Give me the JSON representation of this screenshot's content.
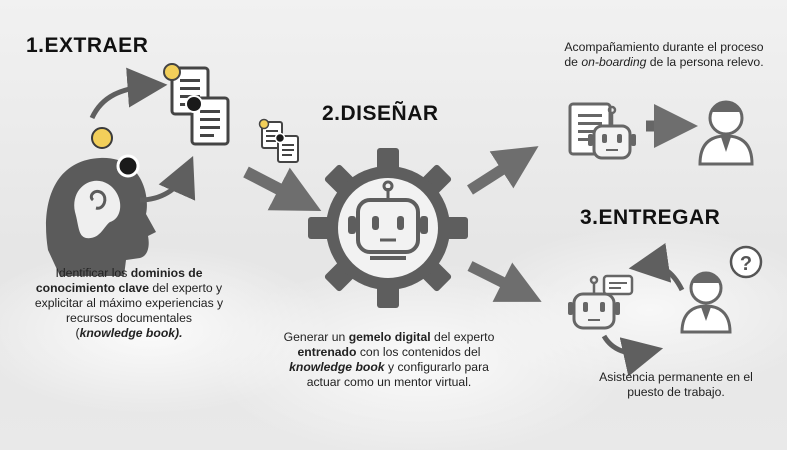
{
  "steps": {
    "extract": {
      "title": "1.EXTRAER",
      "text_1": "Identificar los ",
      "text_bold_1": "dominios de conocimiento clave",
      "text_2": " del experto y explicitar al máximo experiencias y recursos documentales (",
      "text_bold_italic": "knowledge book).",
      "icon": "head-with-documents-icon"
    },
    "design": {
      "title": "2.DISEÑAR",
      "text_1": "Generar un ",
      "text_bold_1": "gemelo digital",
      "text_2": " del experto ",
      "text_bold_2": "entrenado",
      "text_3": " con los contenidos del ",
      "text_bold_italic": "knowledge book",
      "text_4": "  y configurarlo para actuar como un mentor virtual.",
      "icon": "robot-gear-icon"
    },
    "deliver": {
      "title": "3.ENTREGAR",
      "onboarding_1": "Acompañamiento durante el proceso de ",
      "onboarding_italic": "on-boarding",
      "onboarding_2": " de la persona relevo.",
      "assistance": "Asistencia permanente en el puesto de trabajo.",
      "icon": "robot-and-person-icon"
    }
  },
  "colors": {
    "icon_gray": "#5e5e5e",
    "icon_light": "#ffffff",
    "accent_yellow": "#f2cf5a",
    "dark_dot": "#1a1a1a",
    "arrow_gray": "#6b6b6b"
  }
}
